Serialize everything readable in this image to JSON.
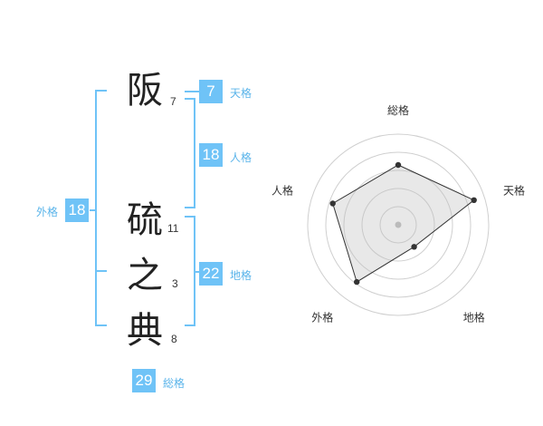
{
  "name_chars": [
    {
      "char": "阪",
      "strokes": "7"
    },
    {
      "char": "硫",
      "strokes": "11"
    },
    {
      "char": "之",
      "strokes": "3"
    },
    {
      "char": "典",
      "strokes": "8"
    }
  ],
  "kaku": {
    "tenkaku": {
      "value": "7",
      "label": "天格"
    },
    "jinkaku": {
      "value": "18",
      "label": "人格"
    },
    "chikaku": {
      "value": "22",
      "label": "地格"
    },
    "gaikaku": {
      "value": "18",
      "label": "外格"
    },
    "soukaku": {
      "value": "29",
      "label": "総格"
    }
  },
  "colors": {
    "accent": "#6fc3f7",
    "label": "#5ab4ea"
  },
  "chart_data": {
    "type": "radar",
    "axes": [
      "総格",
      "天格",
      "地格",
      "外格",
      "人格"
    ],
    "values": [
      0.66,
      0.88,
      0.3,
      0.78,
      0.76
    ],
    "range": [
      0,
      1
    ]
  }
}
